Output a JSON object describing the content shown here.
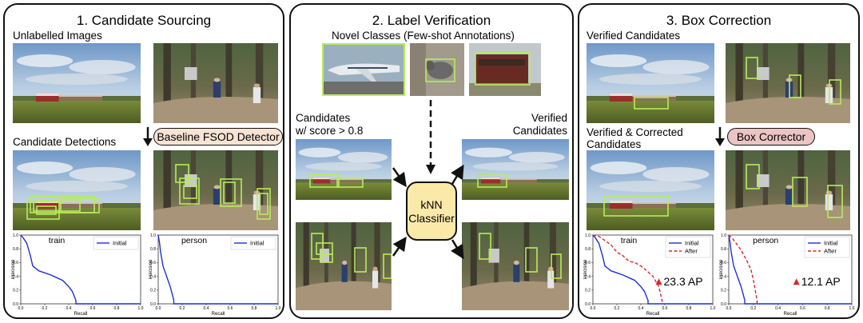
{
  "panels": {
    "p1": {
      "title": "1. Candidate Sourcing",
      "unlabelled": "Unlabelled Images",
      "candidate_detections": "Candidate Detections",
      "detector": "Baseline FSOD Detector"
    },
    "p2": {
      "title": "2. Label Verification",
      "novel_classes": "Novel Classes (Few-shot Annotations)",
      "candidates_line1": "Candidates",
      "candidates_line2": "w/ score > 0.8",
      "verified_line1": "Verified",
      "verified_line2": "Candidates",
      "knn_line1": "kNN",
      "knn_line2": "Classifier"
    },
    "p3": {
      "title": "3. Box Correction",
      "verified_candidates": "Verified Candidates",
      "verified_corrected_line1": "Verified & Corrected",
      "verified_corrected_line2": "Candidates",
      "corrector": "Box Corrector",
      "train_ap": "23.3 AP",
      "person_ap": "12.1 AP"
    }
  },
  "colors": {
    "box": "#b8ec5a",
    "detector_fill": "#f7e3d3",
    "corrector_fill": "#ecc4c4",
    "knn_fill": "#fbe9a9",
    "initial": "#1f2fd8",
    "after": "#d9272b"
  },
  "chart_data": [
    {
      "type": "line",
      "title": "train",
      "xlabel": "Recall",
      "ylabel": "Precision",
      "xlim": [
        0,
        1
      ],
      "ylim": [
        0,
        1
      ],
      "xticks": [
        "0.0",
        "0.2",
        "0.4",
        "0.6",
        "0.8",
        "1.0"
      ],
      "yticks": [
        "0.0",
        "0.2",
        "0.4",
        "0.6",
        "0.8",
        "1.0"
      ],
      "legend_position": "top-right",
      "series": [
        {
          "name": "Initial",
          "x": [
            0,
            0.02,
            0.05,
            0.08,
            0.1,
            0.15,
            0.2,
            0.25,
            0.3,
            0.35,
            0.4,
            0.43,
            0.46,
            0.46,
            0.6,
            1.0
          ],
          "y": [
            1,
            0.96,
            0.88,
            0.7,
            0.55,
            0.48,
            0.45,
            0.42,
            0.38,
            0.34,
            0.25,
            0.18,
            0.05,
            0.0,
            0.0,
            0.0
          ]
        }
      ]
    },
    {
      "type": "line",
      "title": "person",
      "xlabel": "Recall",
      "ylabel": "Precision",
      "xlim": [
        0,
        1
      ],
      "ylim": [
        0,
        1
      ],
      "xticks": [
        "0.0",
        "0.2",
        "0.4",
        "0.6",
        "0.8",
        "1.0"
      ],
      "yticks": [
        "0.0",
        "0.2",
        "0.4",
        "0.6",
        "0.8",
        "1.0"
      ],
      "legend_position": "top-right",
      "series": [
        {
          "name": "Initial",
          "x": [
            0,
            0.01,
            0.02,
            0.04,
            0.06,
            0.08,
            0.1,
            0.12,
            0.13,
            0.13,
            0.5,
            1.0
          ],
          "y": [
            1,
            0.9,
            0.75,
            0.55,
            0.45,
            0.35,
            0.25,
            0.12,
            0.05,
            0.0,
            0.0,
            0.0
          ]
        }
      ]
    },
    {
      "type": "line",
      "title": "train",
      "xlabel": "Recall",
      "ylabel": "Precision",
      "xlim": [
        0,
        1
      ],
      "ylim": [
        0,
        1
      ],
      "xticks": [
        "0.0",
        "0.2",
        "0.4",
        "0.6",
        "0.8",
        "1.0"
      ],
      "yticks": [
        "0.0",
        "0.2",
        "0.4",
        "0.6",
        "0.8",
        "1.0"
      ],
      "legend_position": "top-right",
      "annotation": "23.3 AP",
      "series": [
        {
          "name": "Initial",
          "x": [
            0,
            0.02,
            0.05,
            0.08,
            0.1,
            0.15,
            0.2,
            0.25,
            0.3,
            0.35,
            0.4,
            0.43,
            0.46,
            0.46,
            0.6,
            1.0
          ],
          "y": [
            1,
            0.96,
            0.88,
            0.7,
            0.55,
            0.48,
            0.45,
            0.42,
            0.38,
            0.34,
            0.25,
            0.18,
            0.05,
            0.0,
            0.0,
            0.0
          ]
        },
        {
          "name": "After",
          "x": [
            0,
            0.05,
            0.1,
            0.15,
            0.2,
            0.25,
            0.3,
            0.35,
            0.4,
            0.45,
            0.5,
            0.55,
            0.57,
            0.58,
            0.58
          ],
          "y": [
            1,
            0.98,
            0.92,
            0.86,
            0.75,
            0.7,
            0.62,
            0.6,
            0.55,
            0.48,
            0.4,
            0.25,
            0.1,
            0.02,
            0.0
          ]
        }
      ]
    },
    {
      "type": "line",
      "title": "person",
      "xlabel": "Recall",
      "ylabel": "Precision",
      "xlim": [
        0,
        1
      ],
      "ylim": [
        0,
        1
      ],
      "xticks": [
        "0.0",
        "0.2",
        "0.4",
        "0.6",
        "0.8",
        "1.0"
      ],
      "yticks": [
        "0.0",
        "0.2",
        "0.4",
        "0.6",
        "0.8",
        "1.0"
      ],
      "legend_position": "top-right",
      "annotation": "12.1 AP",
      "series": [
        {
          "name": "Initial",
          "x": [
            0,
            0.01,
            0.02,
            0.04,
            0.06,
            0.08,
            0.1,
            0.12,
            0.13,
            0.13,
            0.5,
            1.0
          ],
          "y": [
            1,
            0.9,
            0.75,
            0.55,
            0.45,
            0.35,
            0.25,
            0.12,
            0.05,
            0.0,
            0.0,
            0.0
          ]
        },
        {
          "name": "After",
          "x": [
            0,
            0.03,
            0.06,
            0.1,
            0.14,
            0.18,
            0.2,
            0.22,
            0.23,
            0.23
          ],
          "y": [
            1,
            0.95,
            0.88,
            0.78,
            0.65,
            0.5,
            0.35,
            0.15,
            0.05,
            0.0
          ]
        }
      ]
    }
  ]
}
